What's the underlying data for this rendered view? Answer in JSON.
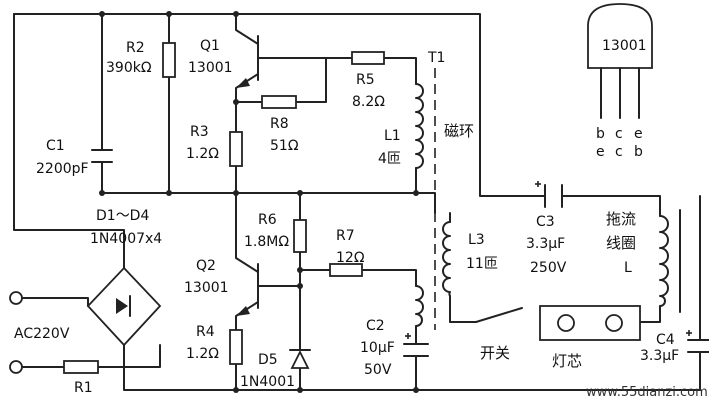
{
  "diagram": {
    "components": {
      "r2": {
        "name": "R2",
        "value": "390kΩ"
      },
      "q1": {
        "name": "Q1",
        "value": "13001"
      },
      "r5": {
        "name": "R5",
        "value": "8.2Ω"
      },
      "t1": {
        "name": "T1"
      },
      "cihuan": "磁环",
      "c1": {
        "name": "C1",
        "value": "2200pF"
      },
      "r3": {
        "name": "R3",
        "value": "1.2Ω"
      },
      "r8": {
        "name": "R8",
        "value": "51Ω"
      },
      "l1": {
        "name": "L1",
        "value": "4匝"
      },
      "d1d4": {
        "name": "D1～D4",
        "value": "1N4007x4"
      },
      "r6": {
        "name": "R6",
        "value": "1.8MΩ"
      },
      "r7": {
        "name": "R7",
        "value": "12Ω"
      },
      "l3": {
        "name": "L3",
        "value": "11匝"
      },
      "c3": {
        "name": "C3",
        "value": "3.3μF",
        "rating": "250V"
      },
      "tuoliu": {
        "line1": "拖流",
        "line2": "线圈",
        "line3": "L"
      },
      "q2": {
        "name": "Q2",
        "value": "13001"
      },
      "r4": {
        "name": "R4",
        "value": "1.2Ω"
      },
      "d5": {
        "name": "D5",
        "value": "1N4001"
      },
      "c2": {
        "name": "C2",
        "value": "10μF",
        "rating": "50V"
      },
      "c4": {
        "name": "C4",
        "value": "3.3μF"
      },
      "r1": {
        "name": "R1"
      },
      "ac": "AC220V",
      "switch": "开关",
      "lamp": "灯芯",
      "package": {
        "part": "13001",
        "pins_top": [
          "b",
          "c",
          "e"
        ],
        "pins_bottom": [
          "e",
          "c",
          "b"
        ]
      }
    },
    "watermark": "www.55dianzi.com"
  }
}
